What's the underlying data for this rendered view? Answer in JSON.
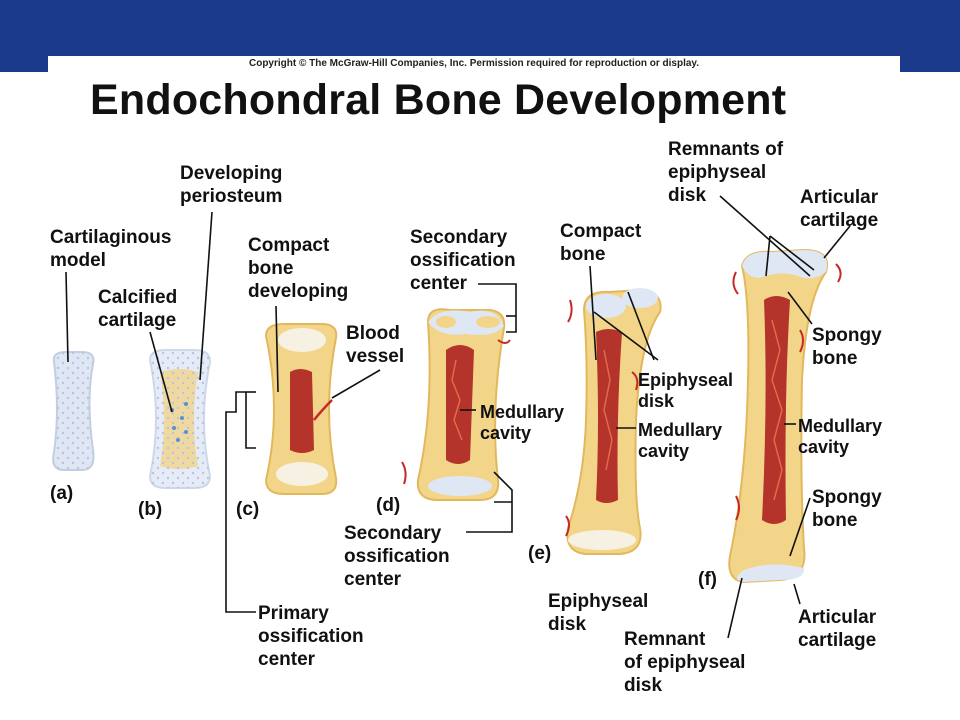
{
  "copyright": "Copyright © The McGraw-Hill Companies, Inc. Permission required for reproduction or display.",
  "title": "Endochondral Bone Development",
  "colors": {
    "header": "#1b3a8c",
    "bone": "#f3d58a",
    "bone_edge": "#e2b85c",
    "cartilage": "#dfe6f4",
    "marrow": "#b4332b",
    "vessel": "#c62828"
  },
  "labels": {
    "cartilaginous_model": "Cartilaginous\nmodel",
    "developing_periosteum": "Developing\nperiosteum",
    "calcified_cartilage": "Calcified\ncartilage",
    "compact_bone_developing": "Compact\nbone\ndeveloping",
    "blood_vessel": "Blood\nvessel",
    "secondary_ossification_top": "Secondary\nossification\ncenter",
    "medullary_cavity_d": "Medullary\ncavity",
    "secondary_ossification_bottom": "Secondary\nossification\ncenter",
    "primary_ossification": "Primary\nossification\ncenter",
    "compact_bone_e": "Compact\nbone",
    "epiphyseal_disk_e": "Epiphyseal\ndisk",
    "medullary_cavity_e": "Medullary\ncavity",
    "epiphyseal_disk_bottom": "Epiphyseal\ndisk",
    "remnants_epiphyseal": "Remnants of\nepiphyseal\ndisk",
    "articular_cartilage_top": "Articular\ncartilage",
    "spongy_bone_top": "Spongy\nbone",
    "medullary_cavity_f": "Medullary\ncavity",
    "spongy_bone_bottom": "Spongy\nbone",
    "articular_cartilage_bottom": "Articular\ncartilage",
    "remnant_epiphyseal": "Remnant\nof epiphyseal\ndisk"
  },
  "stages": [
    "(a)",
    "(b)",
    "(c)",
    "(d)",
    "(e)",
    "(f)"
  ]
}
